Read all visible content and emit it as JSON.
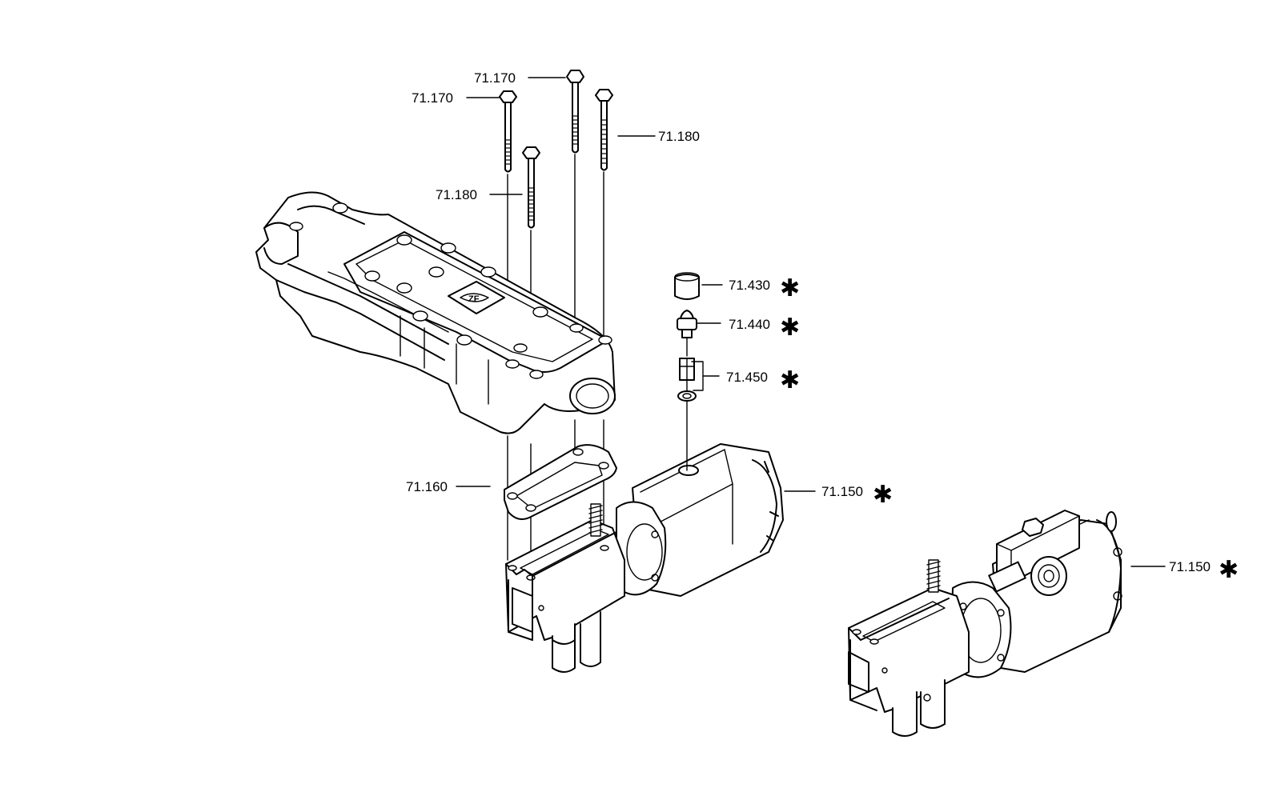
{
  "labels": [
    {
      "id": "71.170-a",
      "text": "71.170",
      "star": false
    },
    {
      "id": "71.170-b",
      "text": "71.170",
      "star": false
    },
    {
      "id": "71.180-a",
      "text": "71.180",
      "star": false
    },
    {
      "id": "71.180-b",
      "text": "71.180",
      "star": false
    },
    {
      "id": "71.430",
      "text": "71.430",
      "star": true
    },
    {
      "id": "71.440",
      "text": "71.440",
      "star": true
    },
    {
      "id": "71.450",
      "text": "71.450",
      "star": true
    },
    {
      "id": "71.160",
      "text": "71.160",
      "star": false
    },
    {
      "id": "71.150-a",
      "text": "71.150",
      "star": true
    },
    {
      "id": "71.150-b",
      "text": "71.150",
      "star": true
    }
  ],
  "symbols": {
    "star": "✱"
  }
}
